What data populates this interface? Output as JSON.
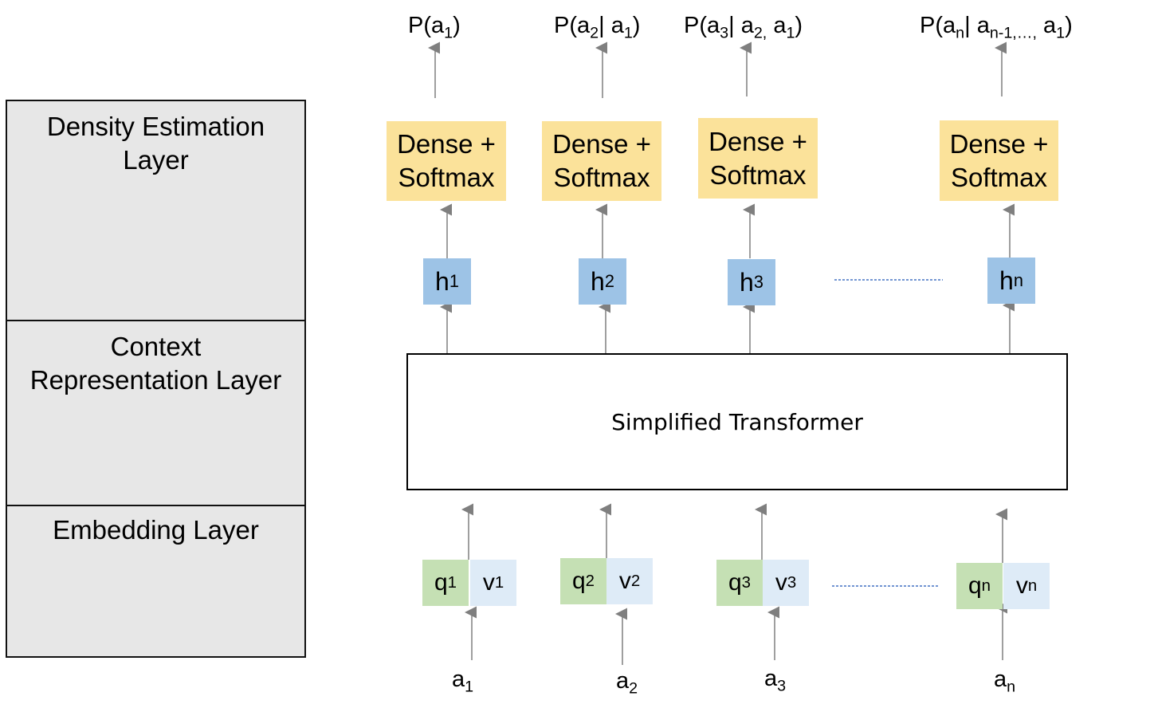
{
  "layers": {
    "density": "Density Estimation\nLayer",
    "context": "Context\nRepresentation Layer",
    "embedding": "Embedding Layer"
  },
  "transformer": {
    "label": "Simplified Transformer"
  },
  "dense_label": "Dense +\nSoftmax",
  "columns": [
    {
      "prob": {
        "t1": "P(a",
        "s1": "1",
        "t2": ")",
        "s2": "",
        "t3": "",
        "s3": "",
        "t4": ""
      },
      "h": {
        "t": "h",
        "s": "1"
      },
      "q": {
        "t": "q",
        "s": "1"
      },
      "v": {
        "t": "v",
        "s": "1"
      },
      "a": {
        "t": "a",
        "s": "1"
      }
    },
    {
      "prob": {
        "t1": "P(a",
        "s1": "2",
        "t2": "| a",
        "s2": "1",
        "t3": ")",
        "s3": "",
        "t4": ""
      },
      "h": {
        "t": "h",
        "s": "2"
      },
      "q": {
        "t": "q",
        "s": "2"
      },
      "v": {
        "t": "v",
        "s": "2"
      },
      "a": {
        "t": "a",
        "s": "2"
      }
    },
    {
      "prob": {
        "t1": "P(a",
        "s1": "3",
        "t2": "| a",
        "s2": "2,",
        "t3": " a",
        "s3": "1",
        "t4": ")"
      },
      "h": {
        "t": "h",
        "s": "3"
      },
      "q": {
        "t": "q",
        "s": "3"
      },
      "v": {
        "t": "v",
        "s": "3"
      },
      "a": {
        "t": "a",
        "s": "3"
      }
    },
    {
      "prob": {
        "t1": "P(a",
        "s1": "n",
        "t2": "| a",
        "s2": "n-1,…,",
        "t3": " a",
        "s3": "1",
        "t4": ")"
      },
      "h": {
        "t": "h",
        "s": "n"
      },
      "q": {
        "t": "q",
        "s": "n"
      },
      "v": {
        "t": "v",
        "s": "n"
      },
      "a": {
        "t": "a",
        "s": "n"
      }
    }
  ],
  "colors": {
    "dense_fill": "#fbe29a",
    "hidden_fill": "#9dc3e6",
    "q_fill": "#c5e0b4",
    "v_fill": "#deebf7",
    "layer_fill": "#e7e7e7",
    "ellipsis_line": "#4472c4",
    "arrow": "#7f7f7f"
  }
}
